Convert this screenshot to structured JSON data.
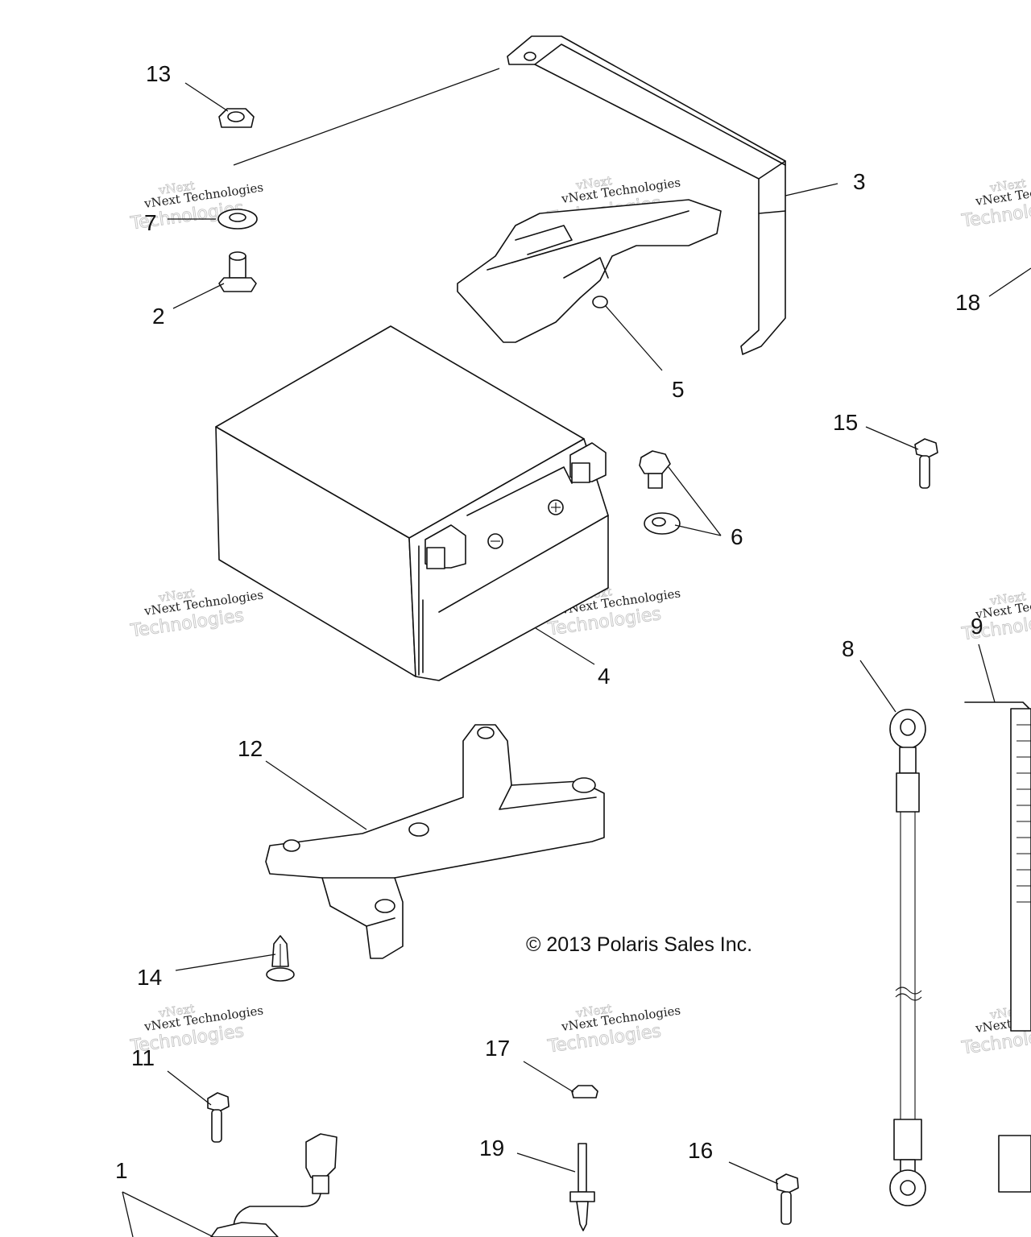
{
  "copyright": "© 2013 Polaris Sales Inc.",
  "watermark": {
    "line1": "vNext Technologies",
    "line2": "vNext",
    "line3": "Technologies"
  },
  "callouts": [
    {
      "id": "13",
      "label": "13"
    },
    {
      "id": "7",
      "label": "7"
    },
    {
      "id": "2",
      "label": "2"
    },
    {
      "id": "3",
      "label": "3"
    },
    {
      "id": "18",
      "label": "18"
    },
    {
      "id": "5",
      "label": "5"
    },
    {
      "id": "15",
      "label": "15"
    },
    {
      "id": "6",
      "label": "6"
    },
    {
      "id": "4",
      "label": "4"
    },
    {
      "id": "9",
      "label": "9"
    },
    {
      "id": "8",
      "label": "8"
    },
    {
      "id": "12",
      "label": "12"
    },
    {
      "id": "14",
      "label": "14"
    },
    {
      "id": "11",
      "label": "11"
    },
    {
      "id": "17",
      "label": "17"
    },
    {
      "id": "19",
      "label": "19"
    },
    {
      "id": "16",
      "label": "16"
    },
    {
      "id": "1",
      "label": "1"
    }
  ]
}
